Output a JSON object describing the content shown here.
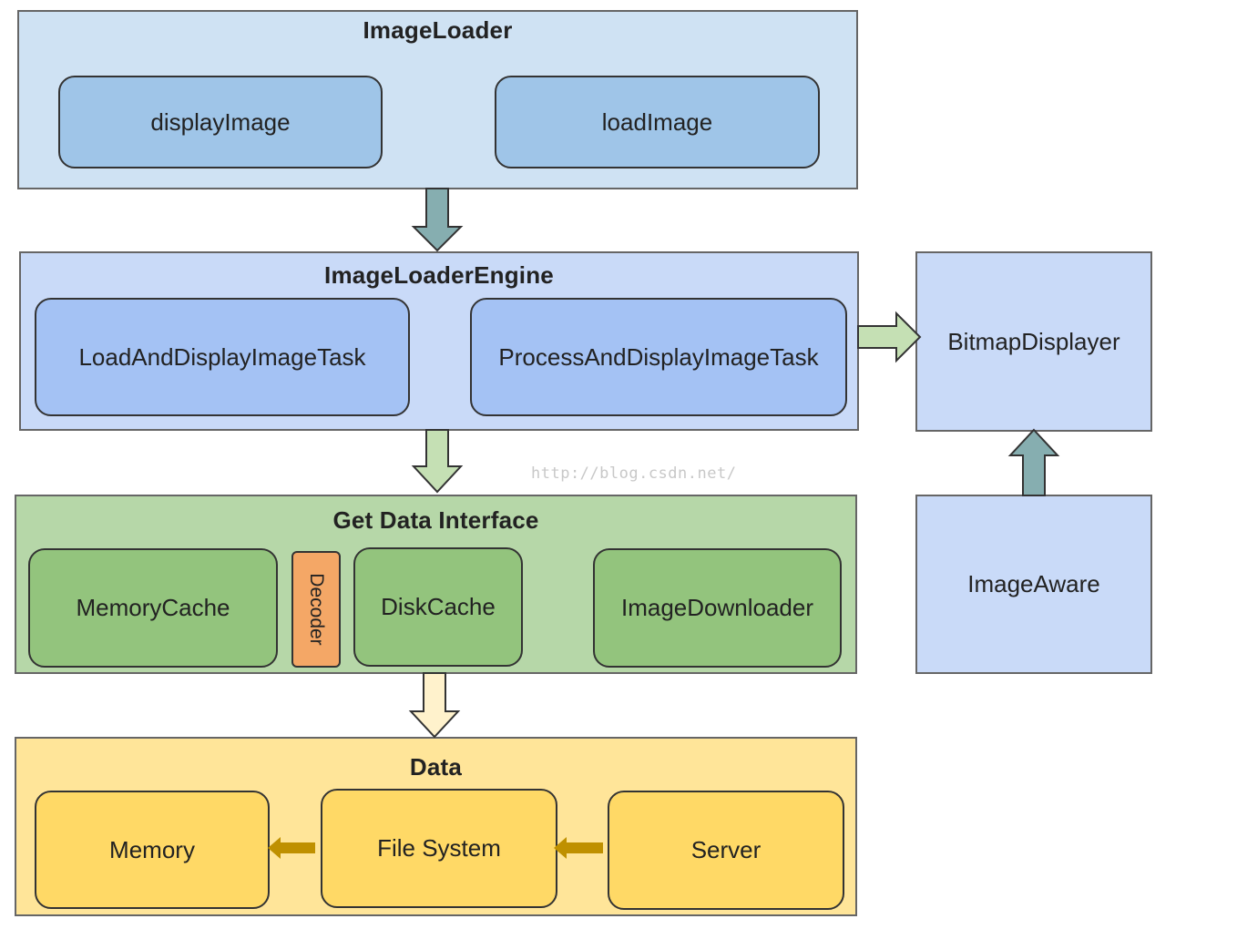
{
  "layers": {
    "image_loader": {
      "title": "ImageLoader",
      "items": [
        "displayImage",
        "loadImage"
      ]
    },
    "engine": {
      "title": "ImageLoaderEngine",
      "items": [
        "LoadAndDisplayImageTask",
        "ProcessAndDisplayImageTask"
      ]
    },
    "get_data": {
      "title": "Get Data Interface",
      "items": [
        "MemoryCache",
        "Decoder",
        "DiskCache",
        "ImageDownloader"
      ]
    },
    "data": {
      "title": "Data",
      "items": [
        "Memory",
        "File System",
        "Server"
      ]
    }
  },
  "side": {
    "bitmap_displayer": "BitmapDisplayer",
    "image_aware": "ImageAware"
  },
  "watermark": "http://blog.csdn.net/",
  "colors": {
    "loader_bg": "#cfe2f3",
    "loader_item": "#9fc5e8",
    "engine_bg": "#c9daf8",
    "engine_item": "#a4c2f4",
    "getdata_bg": "#b6d7a8",
    "getdata_item": "#93c47d",
    "decoder": "#f4a766",
    "data_bg": "#ffe599",
    "data_item": "#ffd966",
    "arrow_teal": "#86aeb0",
    "arrow_green": "#c5e0b4",
    "arrow_yellow": "#fff2cc",
    "arrow_gold": "#bf9000"
  }
}
